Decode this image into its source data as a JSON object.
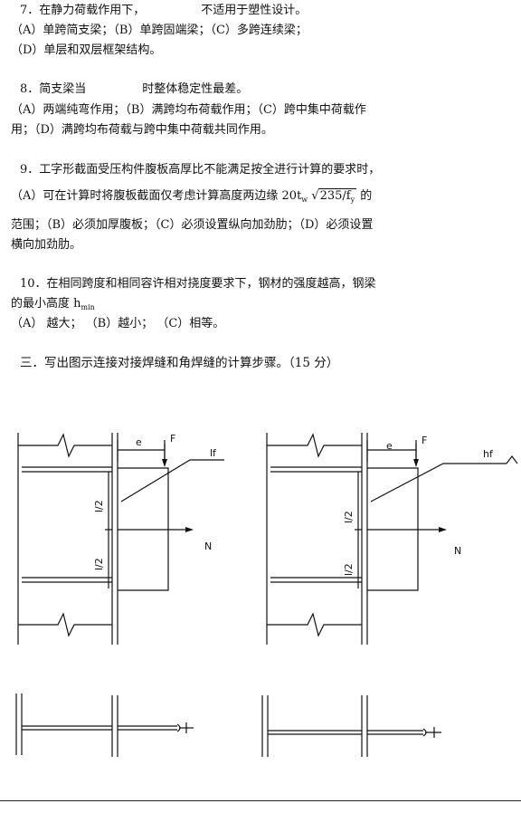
{
  "questions": {
    "q7": {
      "stem_a": "7．在静力荷载作用下，",
      "stem_b": "不适用于塑性设计。",
      "line2": "（A）单跨简支梁；（B）单跨固端梁；（C）多跨连续梁；",
      "line3": "（D）单层和双层框架结构。"
    },
    "q8": {
      "stem_a": "8．简支梁当",
      "stem_b": "时整体稳定性最差。",
      "line2": "（A）两端纯弯作用；（B）满跨均布荷载作用；（C）跨中集中荷载作",
      "line3": "用；（D）满跨均布荷载与跨中集中荷载共同作用。"
    },
    "q9": {
      "line1": "9．工字形截面受压构件腹板高厚比不能满足按全进行计算的要求时，",
      "line2_a": "（A）可在计算时将腹板截面仅考虑计算高度两边缘 20t",
      "line2_sub": "w",
      "line2_sqrt": "235/f",
      "line2_sqrt_sub": "y",
      "line2_b": " 的",
      "line3": "范围；（B）必须加厚腹板；（C）必须设置纵向加劲肋；（D）必须设置",
      "line4": "横向加劲肋。"
    },
    "q10": {
      "line1": "10．在相同跨度和相同容许相对挠度要求下，钢材的强度越高，钢梁",
      "line2_a": "的最小高度 h",
      "line2_sub": "min",
      "line3": "（A）  越大；   （B）越小；    （C）相等。"
    }
  },
  "section3": {
    "title": "三．写出图示连接对接焊缝和角焊缝的计算步骤。（15 分）"
  },
  "figure": {
    "left": {
      "e": "e",
      "F": "F",
      "weld": "lf",
      "half_upper": "l/2",
      "half_lower": "l/2",
      "N": "N"
    },
    "right": {
      "e": "e",
      "F": "F",
      "weld": "hf",
      "half_upper": "l/2",
      "half_lower": "l/2",
      "N": "N"
    }
  }
}
